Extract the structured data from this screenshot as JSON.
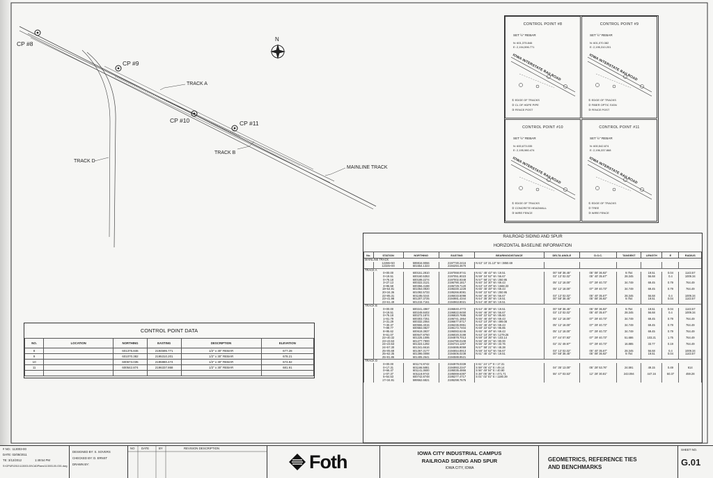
{
  "drawing": {
    "north_label": "N",
    "control_points": [
      "CP #8",
      "CP #9",
      "CP #10",
      "CP #11"
    ],
    "track_labels": {
      "track_a": "TRACK A",
      "track_b": "TRACK B",
      "track_d": "TRACK D",
      "mainline": "MAINLINE TRACK"
    }
  },
  "cp_panels": [
    {
      "title": "CONTROL POINT #8",
      "set": "SET ½\" REBAR",
      "n": "N: 601,375.846",
      "e": "E: 2,194,596.771",
      "rr": "IOWA INTERSTATE RAILROAD",
      "legend": [
        "① EDGE OF TRACKS",
        "② CL OF HDPE PIPE",
        "③ FENCE POST"
      ]
    },
    {
      "title": "CONTROL POINT #9",
      "set": "SET ½\" REBAR",
      "n": "N: 601,070.382",
      "e": "E: 2,195,310.201",
      "rr": "IOWA INTERSTATE RAILROAD",
      "legend": [
        "① EDGE OF TRACKS",
        "② FIBER OPTIC SIGN",
        "③ FENCE POST"
      ]
    },
    {
      "title": "CONTROL POINT #10",
      "set": "SET ½\" REBAR",
      "n": "N: 600,673.035",
      "e": "E: 2,195,980.474",
      "rr": "IOWA INTERSTATE RAILROAD",
      "legend": [
        "① EDGE OF TRACKS",
        "② CONCRETE HEADWALL",
        "③ WIRE FENCE"
      ]
    },
    {
      "title": "CONTROL POINT #11",
      "set": "SET ½\" REBAR",
      "n": "N: 600,542.874",
      "e": "E: 2,196,337.868",
      "rr": "IOWA INTERSTATE RAILROAD",
      "legend": [
        "① EDGE OF TRACKS",
        "② TREE",
        "③ WIRE FENCE"
      ]
    }
  ],
  "control_point_data": {
    "title": "CONTROL POINT DATA",
    "headers": [
      "NO.",
      "LOCATION",
      "NORTHING",
      "EASTING",
      "DESCRIPTION",
      "ELEVATION"
    ],
    "rows": [
      [
        "8",
        "",
        "601375.846",
        "2194596.771",
        "1/2\" x 30\" REBAR",
        "677.28"
      ],
      [
        "9",
        "",
        "601070.382",
        "2195310.201",
        "1/2\" x 30\" REBAR",
        "678.21"
      ],
      [
        "10",
        "",
        "600673.035",
        "2195980.474",
        "1/2\" x 30\" REBAR",
        "674.82"
      ],
      [
        "11",
        "",
        "600542.874",
        "2196337.868",
        "1/2\" x 30\" REBAR",
        "681.91"
      ],
      [
        "",
        "",
        "",
        "",
        "",
        ""
      ]
    ]
  },
  "railroad_table": {
    "title": "RAILROAD SIDING AND SPUR",
    "subtitle": "HORIZONTAL BASELINE INFORMATION",
    "headers": [
      "No.",
      "STATION",
      "NORTHING",
      "EASTING",
      "BEARING/DISTANCE",
      "DELTA ANGLE",
      "D.O.C.",
      "TANGENT",
      "LENGTH",
      "E",
      "RADIUS"
    ],
    "sections": [
      {
        "name": "MAINLINE TRACK",
        "rows": [
          [
            "",
            "12286+50",
            "599816.9066",
            "2197730.2416",
            "N 63° 10' 31.13\" W / 3850.69",
            "",
            "",
            "",
            "",
            "",
            ""
          ],
          [
            "",
            "12325+00",
            "601554.1323",
            "2194294.4670",
            "",
            "",
            "",
            "",
            "",
            "",
            ""
          ]
        ]
      },
      {
        "name": "TRACK A",
        "rows": [
          [
            "",
            "0+00.00",
            "600151.2810",
            "2197068.9741",
            "N 61° 45' 42\" W / 19.51",
            "00° 58' 38.45\"",
            "05° 08' 36.92\"",
            "9.754",
            "19.51",
            "0.04",
            "1143.57"
          ],
          [
            "",
            "0+19.51",
            "600160.5353",
            "2197051.8023",
            "N 59° 34' 52\" W / 56.67",
            "03° 13' 02.02\"",
            "05° 40' 35.67\"",
            "28.345",
            "56.68",
            "0.4",
            "1009.34"
          ],
          [
            "",
            "0+76.18",
            "600189.2274",
            "2197002.9348",
            "N 57° 58' 21\" W / 250.95",
            "",
            "",
            "",
            "",
            "",
            ""
          ],
          [
            "",
            "3+27.13",
            "600322.3121",
            "2196790.1817",
            "N 60° 34' 30\" W / 69.43",
            "05° 12' 18.00\"",
            "07° 29' 40.73\"",
            "34.749",
            "69.45",
            "0.79",
            "764.49"
          ],
          [
            "",
            "3+96.58",
            "600356.4198",
            "2196729.7120",
            "N 63° 10' 29\" W / 1568.33",
            "",
            "",
            "",
            "",
            "",
            ""
          ],
          [
            "",
            "19+64.91",
            "601064.0920",
            "2195330.1228",
            "N 65° 46' 48\" W / 69.43",
            "05° 12' 18.00\"",
            "07° 29' 40.73\"",
            "34.749",
            "69.45",
            "0.79",
            "764.49"
          ],
          [
            "",
            "20+34.36",
            "601092.5733",
            "2195266.8081",
            "N 68° 22' 52\" W / 250.95",
            "",
            "",
            "",
            "",
            "",
            ""
          ],
          [
            "",
            "22+85.31",
            "601185.0244",
            "2195033.5098",
            "N 66° 46' 26\" W / 56.67",
            "03° 13' 02.02\"",
            "05° 40' 35.67\"",
            "28.345",
            "56.68",
            "0.4",
            "1009.34"
          ],
          [
            "",
            "23+41.98",
            "601207.3725",
            "2194981.4344",
            "N 64° 35' 35\" W / 19.51",
            "00° 58' 38.45\"",
            "05° 08' 36.92\"",
            "9.754",
            "19.51",
            "0.04",
            "1143.57"
          ],
          [
            "",
            "23+61.49",
            "601215.7161",
            "2194963.8021",
            "N 64° 40' 36\" W / 19.51",
            "",
            "",
            "",
            "",
            "",
            ""
          ]
        ]
      },
      {
        "name": "TRACK B",
        "rows": [
          [
            "",
            "0+00.00",
            "600241.4967",
            "2196840.4772",
            "N 64° 45' 36\" W / 19.51",
            "00° 58' 38.45\"",
            "05° 08' 36.92\"",
            "9.754",
            "19.51",
            "0.04",
            "1143.57"
          ],
          [
            "",
            "0+19.51",
            "600249.8402",
            "2196822.8450",
            "N 66° 46' 26\" W / 56.67",
            "03° 13' 02.02\"",
            "05° 40' 35.67\"",
            "28.345",
            "56.68",
            "0.4",
            "1009.34"
          ],
          [
            "",
            "0+76.18",
            "600272.1874",
            "2196820.7695",
            "N 68° 22' 52\" W / 85.60",
            "",
            "",
            "",
            "",
            "",
            ""
          ],
          [
            "",
            "1+61.79",
            "600303.7251",
            "2196741.1864",
            "N 65° 46' 48\" W / 69.43",
            "05° 12' 18.00\"",
            "07° 29' 40.73\"",
            "34.749",
            "69.45",
            "0.79",
            "764.49"
          ],
          [
            "",
            "2+31.29",
            "600332.2064",
            "2196677.8717",
            "N 63° 10' 29\" W / 499.08",
            "",
            "",
            "",
            "",
            "",
            ""
          ],
          [
            "",
            "7+30.37",
            "600555.4015",
            "2196236.0951",
            "N 65° 46' 48\" W / 69.43",
            "05° 12' 18.00\"",
            "07° 29' 40.73\"",
            "34.749",
            "69.45",
            "0.79",
            "764.49"
          ],
          [
            "",
            "7+99.77",
            "600584.0827",
            "2196172.7404",
            "N 68° 22' 52\" W / 95.85",
            "",
            "",
            "",
            "",
            "",
            ""
          ],
          [
            "",
            "8+95.62",
            "600619.3937",
            "2196083.6245",
            "N 65° 46' 48\" W / 69.43",
            "05° 12' 18.00\"",
            "07° 29' 40.73\"",
            "34.749",
            "69.45",
            "0.79",
            "764.49"
          ],
          [
            "",
            "9+61.07",
            "600647.8750",
            "2196020.3198",
            "N 63° 10' 29\" W / 1279.26",
            "",
            "",
            "",
            "",
            "",
            ""
          ],
          [
            "",
            "22+40.32",
            "601225.1095",
            "2194878.7013",
            "N 59° 18' 35\" W / 103.14",
            "07° 44' 07.93\"",
            "07° 29' 40.73\"",
            "51.686",
            "103.21",
            "1.75",
            "764.49"
          ],
          [
            "",
            "23+43.53",
            "601277.7900",
            "2194790.0108",
            "N 55° 28' 31\" W / 80.00",
            "",
            "",
            "",
            "",
            "",
            ""
          ],
          [
            "",
            "24+23.53",
            "601323.1292",
            "2194724.1267",
            "N 56° 42' 26\" W / 33.76",
            "02° 31' 49.97\"",
            "07° 29' 40.73\"",
            "16.885",
            "33.77",
            "0.19",
            "764.49"
          ],
          [
            "",
            "24+57.30",
            "601341.6616",
            "2194695.9059",
            "N 57° 58' 21\" W / 48.38",
            "",
            "",
            "",
            "",
            "",
            ""
          ],
          [
            "",
            "25+05.68",
            "601367.3177",
            "2194654.8913",
            "N 59° 34' 52\" W / 56.67",
            "03° 13' 02.02\"",
            "05° 40' 35.67\"",
            "28.345",
            "56.68",
            "0.4",
            "1009.34"
          ],
          [
            "",
            "25+62.35",
            "601396.0098",
            "2194606.0238",
            "N 61° 45' 42\" W / 19.51",
            "00° 58' 38.45\"",
            "05° 08' 36.92\"",
            "9.754",
            "19.51",
            "0.04",
            "1143.57"
          ],
          [
            "",
            "25+81.86",
            "601405.2641",
            "2194588.8521",
            "",
            "",
            "",
            "",
            "",
            "",
            ""
          ]
        ]
      },
      {
        "name": "TRACK D",
        "rows": [
          [
            "",
            "0+00.00",
            "601174.8742",
            "2194978.0339",
            "S 61° 24' 17\" E / 17.31",
            "",
            "",
            "",
            "",
            "",
            ""
          ],
          [
            "",
            "0+17.31",
            "601166.5881",
            "2194993.2347",
            "S 59° 06' 41\" E / 49.14",
            "04° 35' 13.00\"",
            "05° 28' 53.76\"",
            "24.591",
            "49.15",
            "0.49",
            "614"
          ],
          [
            "",
            "0+66.47",
            "601141.3600",
            "2195035.4866",
            "S 56° 49' 04\" E / 40.90",
            "",
            "",
            "",
            "",
            "",
            ""
          ],
          [
            "",
            "1+07.37",
            "601118.9743",
            "2195069.6387",
            "S 28° 05' 35\" E / 471.71",
            "55° 47' 03.53\"",
            "12° 28' 30.81\"",
            "243.094",
            "447.16",
            "60.37",
            "459.28"
          ],
          [
            "",
            "5+54.53",
            "600742.8748",
            "2195277.4717",
            "S 01° 02' 01\" E / 1180.39",
            "",
            "",
            "",
            "",
            "",
            ""
          ],
          [
            "",
            "17+34.91",
            "599562.6821",
            "2195298.7676",
            "",
            "",
            "",
            "",
            "",
            "",
            ""
          ]
        ]
      }
    ]
  },
  "title_block": {
    "info": [
      "# NO.: 113003-00",
      "DATE: 02/08/2011",
      "TE: 3/12/2012",
      "1:49:54 PM",
      "S:\\GPUR\\2011\\113003-00\\CADPlans\\113003-00-G01.dwg"
    ],
    "designed_by": "DESIGNED BY:  S. SOVERS",
    "checked_by": "CHECKED BY:  D. ERNST",
    "drawn_by": "DRAWN BY:",
    "rev_headers": [
      "NO",
      "DATE",
      "BY",
      "REVISION DESCRIPTION"
    ],
    "logo": "Foth",
    "project_line1": "IOWA CITY INDUSTRIAL CAMPUS",
    "project_line2": "RAILROAD SIDING AND SPUR",
    "project_line3": "IOWA CITY, IOWA",
    "drawing_title_line1": "GEOMETRICS, REFERENCE TIES",
    "drawing_title_line2": "AND BENCHMARKS",
    "sheet_no_label": "SHEET NO.",
    "sheet_no": "G.01"
  }
}
